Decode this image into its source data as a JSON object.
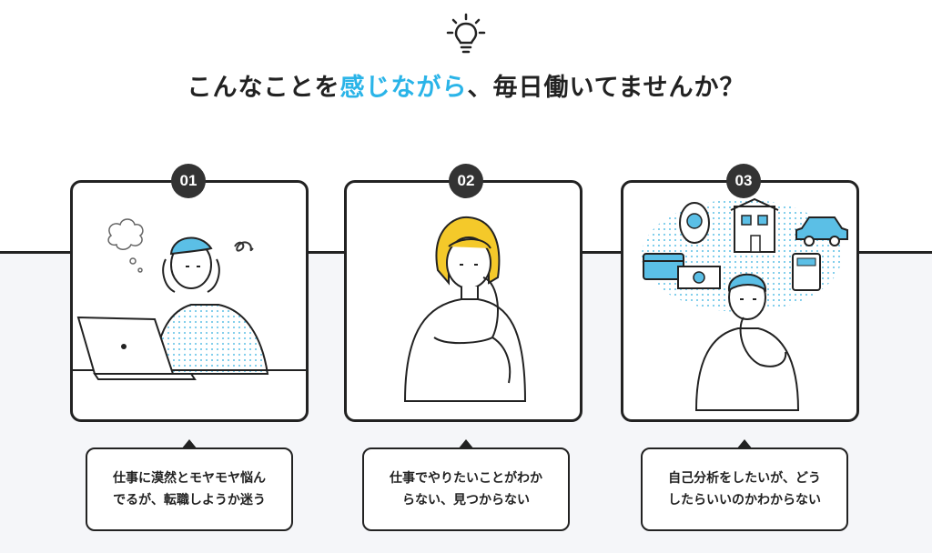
{
  "heading": {
    "prefix": "こんなことを",
    "highlight": "感じながら",
    "suffix": "、毎日働いてませんか？",
    "highlight_color": "#2ab4e8"
  },
  "cards": [
    {
      "number": "01",
      "caption_line1": "仕事に漠然とモヤモヤ悩ん",
      "caption_line2": "でるが、転職しようか迷う",
      "icon": "worried-man-at-laptop-illustration"
    },
    {
      "number": "02",
      "caption_line1": "仕事でやりたいことがわか",
      "caption_line2": "らない、見つからない",
      "icon": "thinking-woman-illustration"
    },
    {
      "number": "03",
      "caption_line1": "自己分析をしたいが、どう",
      "caption_line2": "したらいいのかわからない",
      "icon": "pondering-man-with-life-items-illustration"
    }
  ],
  "colors": {
    "accent": "#2ab4e8",
    "dark": "#222222",
    "band": "#f5f6f9",
    "hair_yellow": "#f4c92a",
    "hair_blue": "#5bbfe6"
  }
}
